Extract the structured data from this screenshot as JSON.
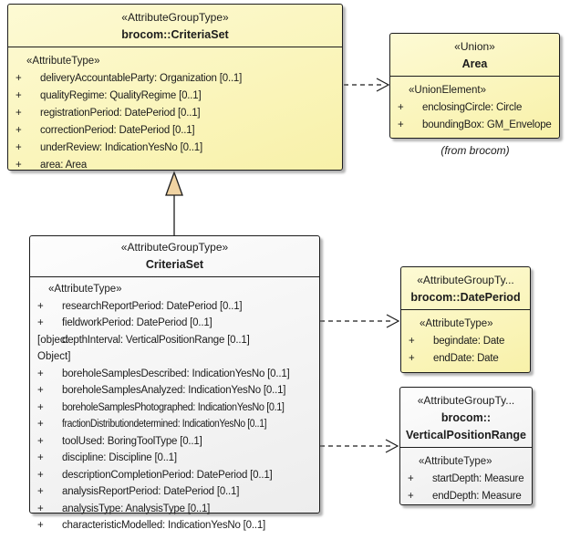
{
  "symbols": {
    "plus": "+"
  },
  "colors": {
    "yellow-top": "#fdfad4",
    "yellow-bottom": "#f8f1a9",
    "gray-top": "#fdfdfd",
    "gray-bottom": "#ededed",
    "border": "#1c1c1c",
    "triangle-fill": "#f0d3a2"
  },
  "classes": {
    "parent_criteriaset": {
      "stereotype": "«AttributeGroupType»",
      "name": "brocom::CriteriaSet",
      "section_label": "«AttributeType»",
      "attributes": [
        "deliveryAccountableParty: Organization [0..1]",
        "qualityRegime: QualityRegime [0..1]",
        "registrationPeriod: DatePeriod [0..1]",
        "correctionPeriod: DatePeriod [0..1]",
        "underReview: IndicationYesNo [0..1]",
        "area: Area"
      ]
    },
    "area": {
      "stereotype": "«Union»",
      "name": "Area",
      "section_label": "«UnionElement»",
      "attributes": [
        "enclosingCircle: Circle",
        "boundingBox: GM_Envelope"
      ],
      "origin_note": "(from brocom)"
    },
    "criteriaset": {
      "stereotype": "«AttributeGroupType»",
      "name": "CriteriaSet",
      "section_label": "«AttributeType»",
      "attributes": [
        "researchReportPeriod: DatePeriod [0..1]",
        "fieldworkPeriod: DatePeriod [0..1]",
        "depthInterval: VerticalPositionRange [0..1]",
        "boreholeSamplesDescribed: IndicationYesNo [0..1]",
        "boreholeSamplesAnalyzed: IndicationYesNo [0..1]",
        "boreholeSamplesPhotographed: IndicationYesNo [0.1]",
        "fractionDistributiondetermined: IndicationYesNo [0..1]",
        "toolUsed: BoringToolType [0..1]",
        "discipline: Discipline [0..1]",
        "descriptionCompletionPeriod: DatePeriod [0..1]",
        "analysisReportPeriod: DatePeriod [0..1]",
        "analysisType: AnalysisType [0..1]",
        "characteristicModelled: IndicationYesNo [0..1]"
      ]
    },
    "dateperiod": {
      "stereotype": "«AttributeGroupTy...",
      "name": "brocom::DatePeriod",
      "section_label": "«AttributeType»",
      "attributes": [
        "begindate: Date",
        "endDate: Date"
      ]
    },
    "verticalpositionrange": {
      "stereotype": "«AttributeGroupTy...",
      "name_lines": [
        "brocom::",
        "VerticalPositionRange"
      ],
      "section_label": "«AttributeType»",
      "attributes": [
        "startDepth: Measure",
        "endDepth: Measure"
      ]
    }
  }
}
